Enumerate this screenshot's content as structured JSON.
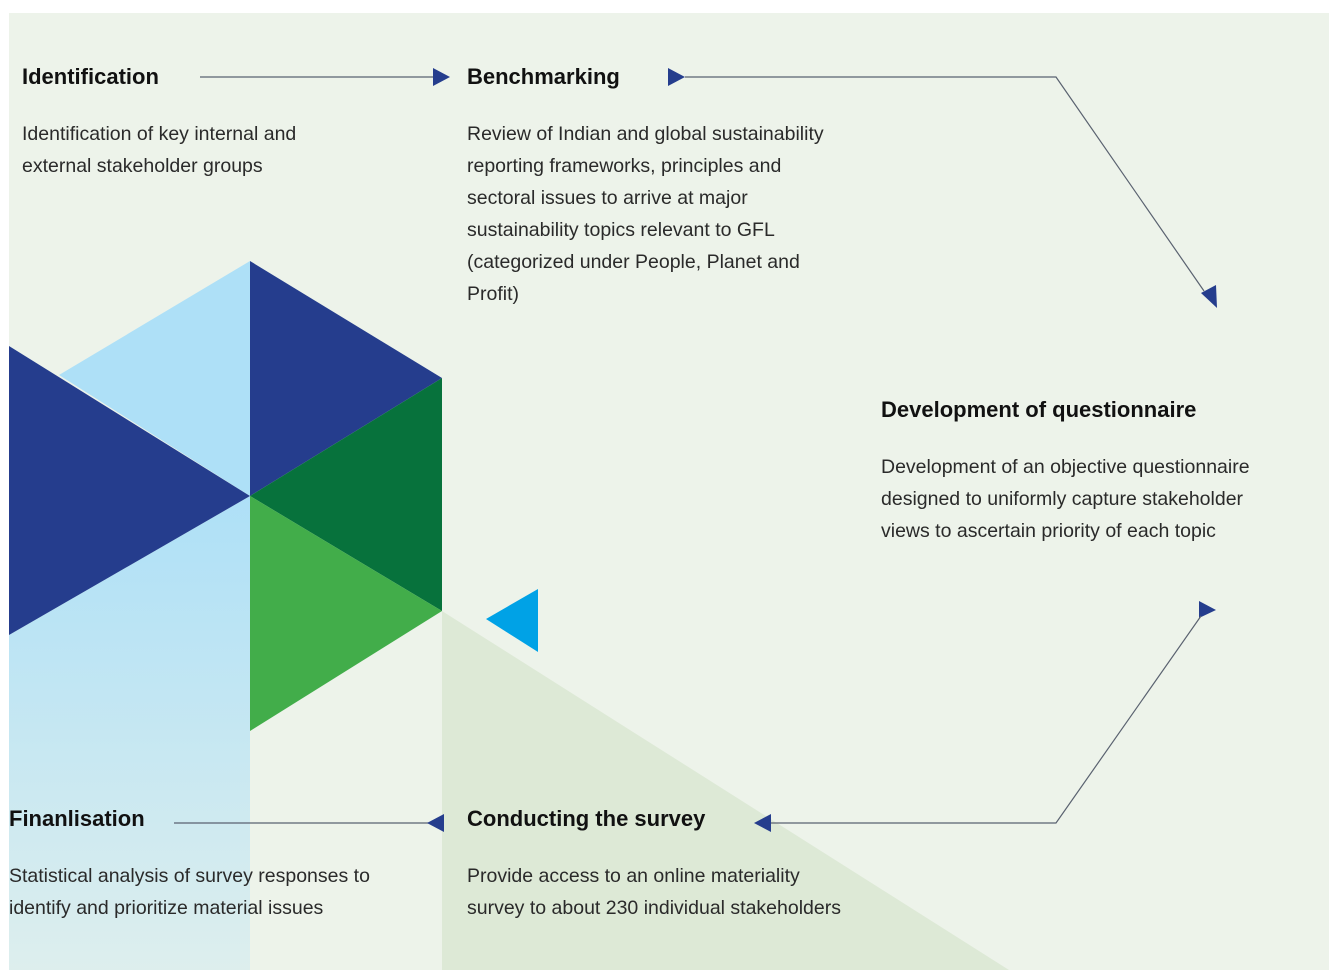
{
  "steps": {
    "identification": {
      "title": "Identification",
      "description": "Identification of key internal and external stakeholder groups"
    },
    "benchmarking": {
      "title": "Benchmarking",
      "description": "Review of Indian and global sustainability reporting frameworks, principles and sectoral issues to arrive at major sustainability topics relevant to GFL (categorized under People, Planet and Profit)"
    },
    "questionnaire": {
      "title": "Development of questionnaire",
      "description": "Development of an objective questionnaire designed to uniformly capture stakeholder views to ascertain priority of each topic"
    },
    "survey": {
      "title": "Conducting the survey",
      "description": "Provide access to an online materiality survey to about 230 individual stakeholders"
    },
    "finalisation": {
      "title": "Finanlisation",
      "description": "Statistical analysis of survey responses to identify and prioritize material issues"
    }
  },
  "colors": {
    "panel_bg": "#edf3ea",
    "navy": "#253d8d",
    "light_blue": "#aee0f7",
    "dark_green": "#07723c",
    "green": "#42ad4a",
    "cyan": "#00a2e6",
    "pale_green": "#dde9d6",
    "arrow_line": "#5a6270",
    "arrowhead": "#253d8d"
  }
}
